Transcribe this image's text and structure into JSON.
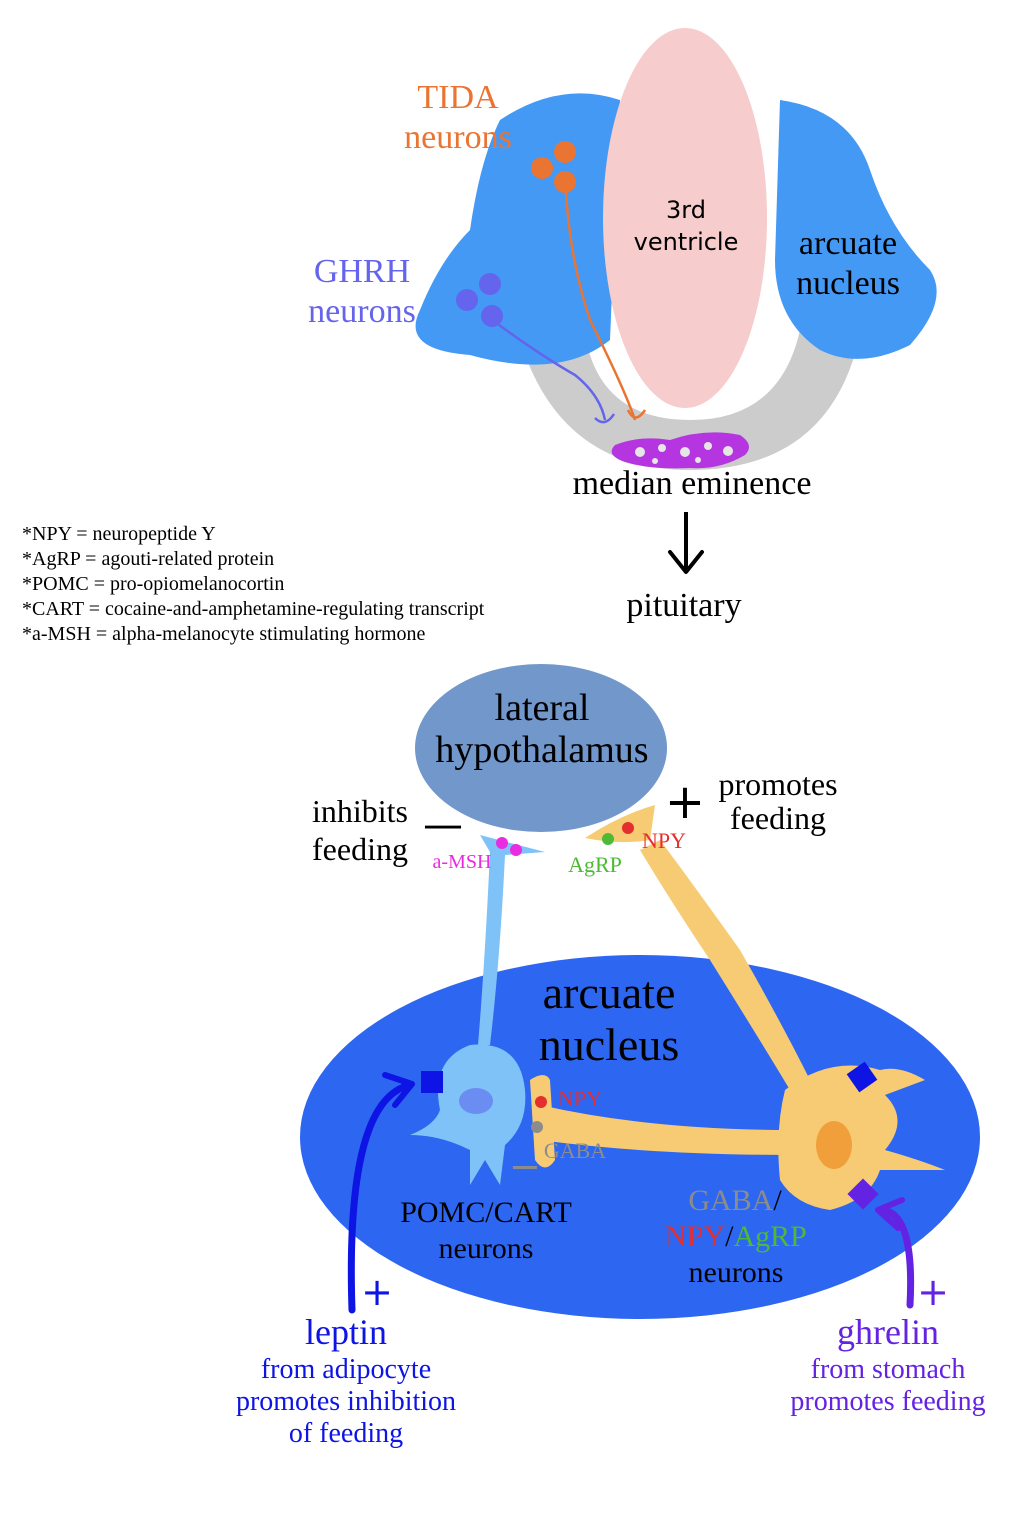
{
  "top": {
    "tida_line1": "TIDA",
    "tida_line2": "neurons",
    "ghrh_line1": "GHRH",
    "ghrh_line2": "neurons",
    "ventricle_line1": "3rd",
    "ventricle_line2": "ventricle",
    "arcuate_line1": "arcuate",
    "arcuate_line2": "nucleus",
    "median_eminence": "median eminence",
    "pituitary": "pituitary"
  },
  "legend": [
    "*NPY = neuropeptide Y",
    "*AgRP = agouti-related protein",
    "*POMC = pro-opiomelanocortin",
    "*CART = cocaine-and-amphetamine-regulating transcript",
    "*a-MSH = alpha-melanocyte stimulating hormone"
  ],
  "bottom": {
    "lateral_line1": "lateral",
    "lateral_line2": "hypothalamus",
    "inhibits_line1": "inhibits",
    "inhibits_line2": "feeding",
    "minus_sign": "—",
    "plus_sign": "+",
    "promotes_line1": "promotes",
    "promotes_line2": "feeding",
    "amsh": "a-MSH",
    "npy_top": "NPY",
    "agrp_top": "AgRP",
    "arcuate_line1": "arcuate",
    "arcuate_line2": "nucleus",
    "npy_synapse": "NPY",
    "gaba_synapse": "GABA",
    "pomc_line1": "POMC/CART",
    "pomc_line2": "neurons",
    "gaba_label": "GABA",
    "slash": "/",
    "npy_label": "NPY",
    "agrp_label": "AgRP",
    "agrp_neurons": "neurons",
    "leptin_plus": "+",
    "leptin_line1": "leptin",
    "leptin_line2": "from adipocyte",
    "leptin_line3": "promotes inhibition",
    "leptin_line4": "of feeding",
    "ghrelin_plus": "+",
    "ghrelin_line1": "ghrelin",
    "ghrelin_line2": "from stomach",
    "ghrelin_line3": "promotes feeding"
  },
  "colors": {
    "arcuate_top": "#4499f5",
    "ventricle": "#f6cccc",
    "median_eminence_ring": "#cccccc",
    "median_eminence_pink": "#b536e0",
    "tida": "#ea7432",
    "ghrh": "#6464ec",
    "lateral_hypothalamus": "#7197cb",
    "arcuate_bottom": "#2d66f0",
    "pomc_neuron": "#7ec2f8",
    "agrp_neuron": "#f7cb73",
    "npy": "#e52e2e",
    "agrp": "#4cba34",
    "gaba": "#8c8c8c",
    "amsh": "#ea2ce0",
    "leptin": "#0d14e3",
    "ghrelin": "#6422e2"
  }
}
